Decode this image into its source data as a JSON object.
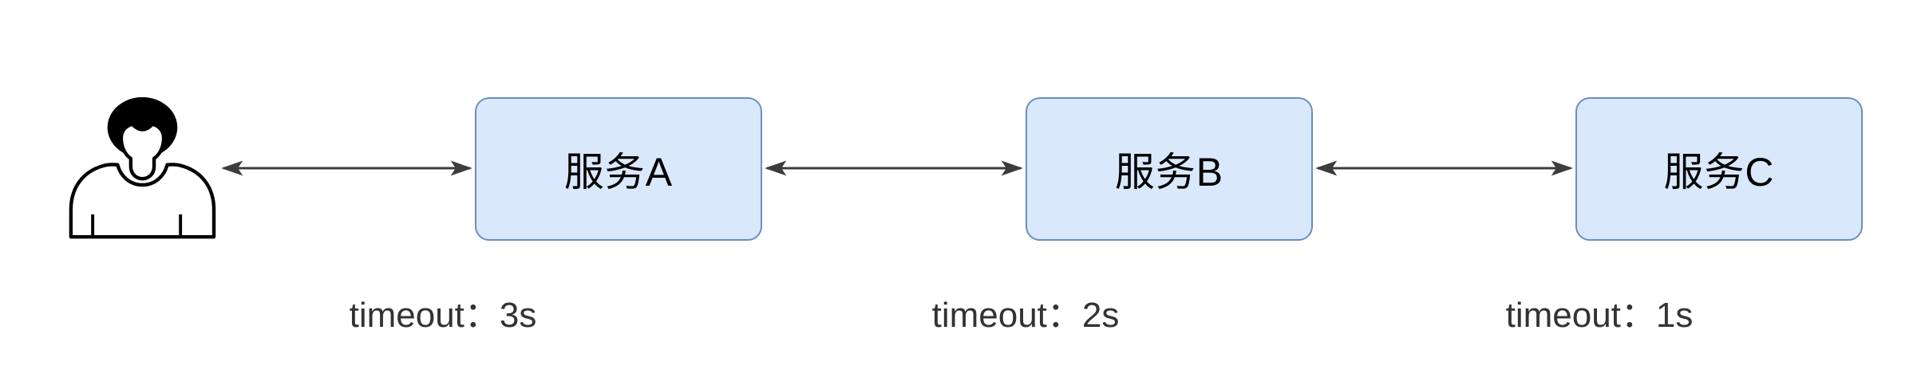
{
  "diagram": {
    "type": "service-call-chain",
    "actor": {
      "icon": "person-icon"
    },
    "nodes": [
      {
        "label": "服务A"
      },
      {
        "label": "服务B"
      },
      {
        "label": "服务C"
      }
    ],
    "edges": [
      {
        "from": "person",
        "to": "服务A",
        "style": "double-arrow",
        "label": "timeout：3s"
      },
      {
        "from": "服务A",
        "to": "服务B",
        "style": "double-arrow",
        "label": "timeout：2s"
      },
      {
        "from": "服务B",
        "to": "服务C",
        "style": "double-arrow",
        "label": "timeout：1s"
      }
    ],
    "colors": {
      "background": "#ffffff",
      "node_fill": "#dae8fc",
      "node_border": "#6c8ebf",
      "node_text": "#000000",
      "edge": "#3c3c3c",
      "edge_label_text": "#333333",
      "person_icon": "#000000"
    }
  }
}
